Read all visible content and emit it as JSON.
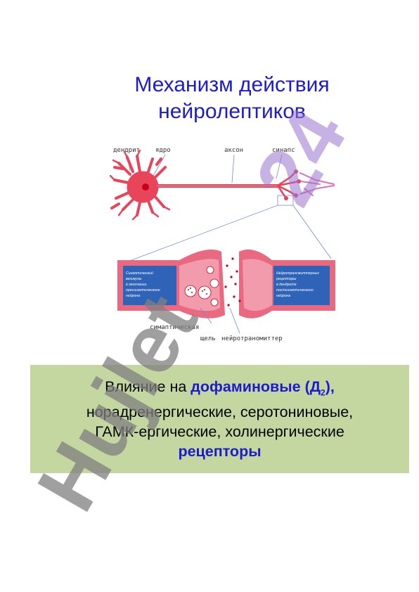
{
  "slide": {
    "title_line1": "Механизм действия",
    "title_line2": "нейролептиков"
  },
  "figure": {
    "labels": {
      "dendrite": "дендрит",
      "nucleus": "ядро",
      "axon": "аксон",
      "synapse": "синапс",
      "synaptic_cleft": "симаптическая",
      "cleft_word": "щель",
      "neurotransmitter": "нейротраномиттер"
    },
    "left_box": [
      "Синаптический",
      "везикулы",
      "в окончании",
      "пресинаптического",
      "нейрона"
    ],
    "right_box": [
      "Нейротрансмиттерных",
      "рецепторы",
      "в дендрите",
      "постсинаптического",
      "нейрона"
    ]
  },
  "panel": {
    "line1_prefix": "Влияние на ",
    "line1_highlight": "дофаминовые (Д",
    "line1_subscript": "2",
    "line1_suffix": "),",
    "line2": "норадренергические, серотониновые,",
    "line3": "ГАМК-ергические, холинергические",
    "line4": "рецепторы"
  },
  "watermark": {
    "text": "Hujlet24"
  },
  "colors": {
    "title": "#1c1ccc",
    "panel_bg": "#c5d7a0",
    "neuron": "#e8455a",
    "watermark_gray": "#808080",
    "watermark_violet": "#9a74cf"
  }
}
